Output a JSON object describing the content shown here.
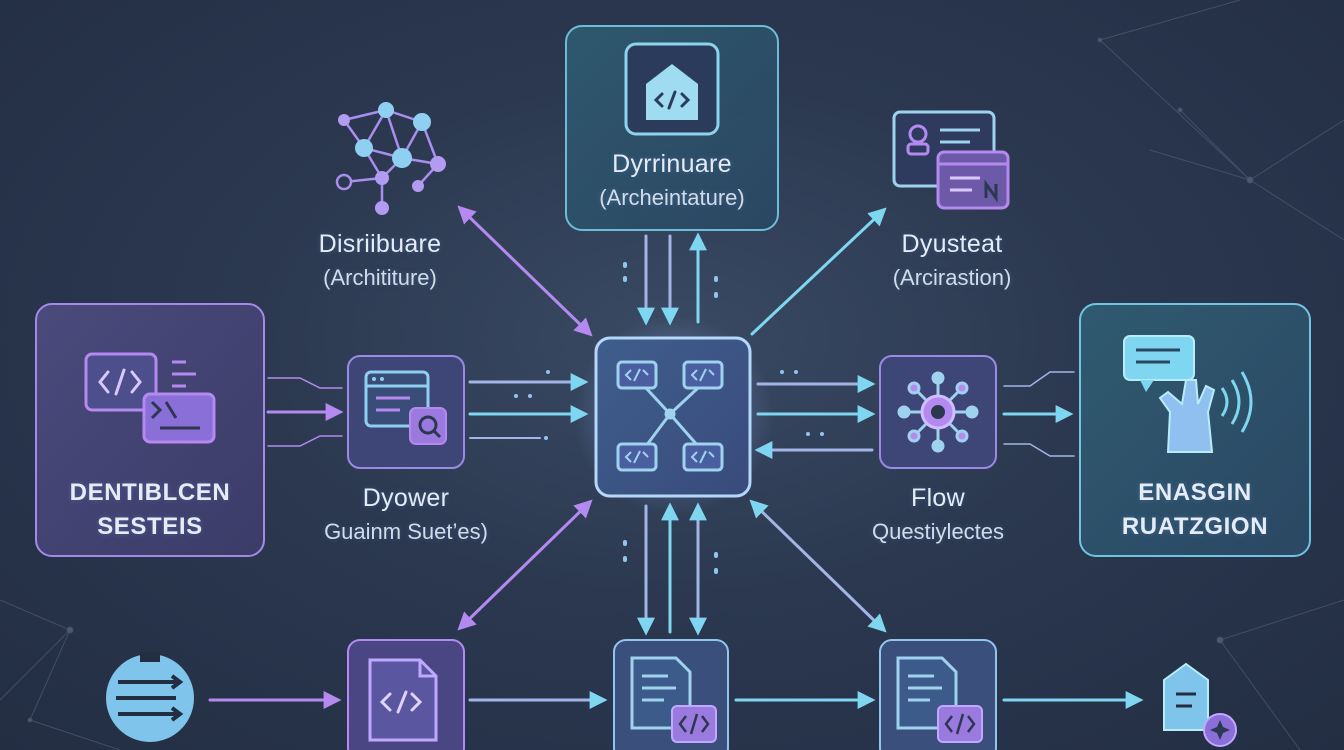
{
  "colors": {
    "background": "#2b3850",
    "accent_cyan": "#6fd0ee",
    "accent_purple": "#b48af0",
    "hub_border": "#a7c9f5"
  },
  "nodes": {
    "top_center": {
      "title": "Dyrrinuare",
      "subtitle": "(Archeintature)",
      "icon": "code-document-icon"
    },
    "top_left": {
      "title": "Disriibuare",
      "subtitle": "(Archititure)",
      "icon": "network-graph-icon"
    },
    "top_right": {
      "title": "Dyusteat",
      "subtitle": "(Arcirastion)",
      "icon": "profile-cards-icon"
    },
    "left_box": {
      "line1": "DENTIBLCEN",
      "line2": "SESTEIS",
      "icon": "code-windows-icon"
    },
    "mid_left": {
      "title": "Dyower",
      "subtitle": "Guainm Suet’es)",
      "icon": "browser-search-icon"
    },
    "hub": {
      "icon": "code-hub-icon"
    },
    "mid_right": {
      "title": "Flow",
      "subtitle": "Questiylectes",
      "icon": "gear-network-icon"
    },
    "right_box": {
      "line1": "ENASGIN",
      "line2": "RUATZGION",
      "icon": "hand-signal-icon"
    },
    "bottom": [
      {
        "icon": "flow-arrows-icon"
      },
      {
        "icon": "code-file-icon"
      },
      {
        "icon": "document-code-icon"
      },
      {
        "icon": "document-code-icon"
      },
      {
        "icon": "tag-badge-icon"
      }
    ]
  }
}
